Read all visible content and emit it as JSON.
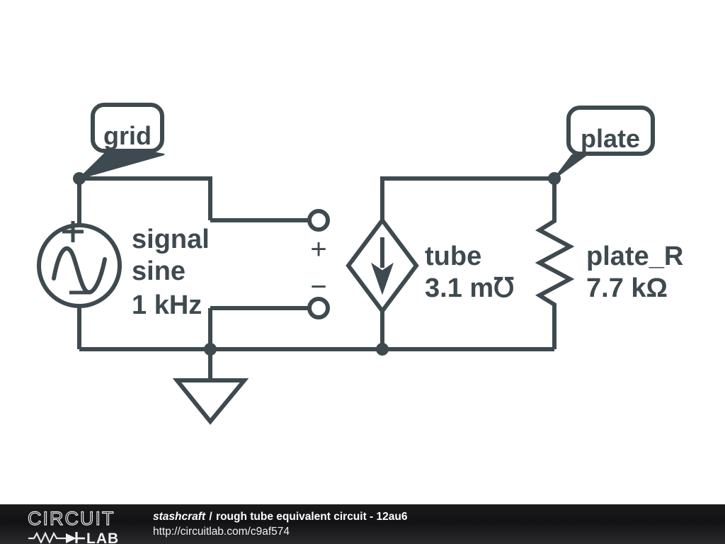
{
  "schematic": {
    "title": "rough tube equivalent circuit - 12au6",
    "line_color": "#3e4a4f",
    "background": "#ffffff",
    "callouts": [
      {
        "id": "grid",
        "label": "grid"
      },
      {
        "id": "plate",
        "label": "plate"
      }
    ],
    "components": [
      {
        "id": "signal",
        "type": "ac-voltage-source",
        "name": "signal",
        "waveform": "sine",
        "frequency": "1 kHz",
        "plus_sign": "+",
        "minus_sign": "−",
        "terminal_plus_sign": "+",
        "terminal_minus_sign": "−"
      },
      {
        "id": "tube",
        "type": "dependent-current-source",
        "name": "tube",
        "value": "3.1 m℧"
      },
      {
        "id": "plate_R",
        "type": "resistor",
        "name": "plate_R",
        "value": "7.7 kΩ"
      },
      {
        "id": "gnd",
        "type": "ground",
        "name": "ground"
      }
    ],
    "labels": {
      "signal_name": "signal",
      "signal_waveform": "sine",
      "signal_freq": "1 kHz",
      "plus": "+",
      "minus": "−",
      "source_plus": "+",
      "source_minus": "−",
      "tube_name": "tube",
      "tube_value": "3.1 m℧",
      "resistor_name": "plate_R",
      "resistor_value": "7.7 kΩ",
      "grid_callout": "grid",
      "plate_callout": "plate"
    }
  },
  "footer": {
    "logo_word": "CIRCUIT",
    "logo_sub": "LAB",
    "owner": "stashcraft",
    "separator": "/",
    "project": "rough tube equivalent circuit - 12au6",
    "url": "http://circuitlab.com/c9af574"
  }
}
